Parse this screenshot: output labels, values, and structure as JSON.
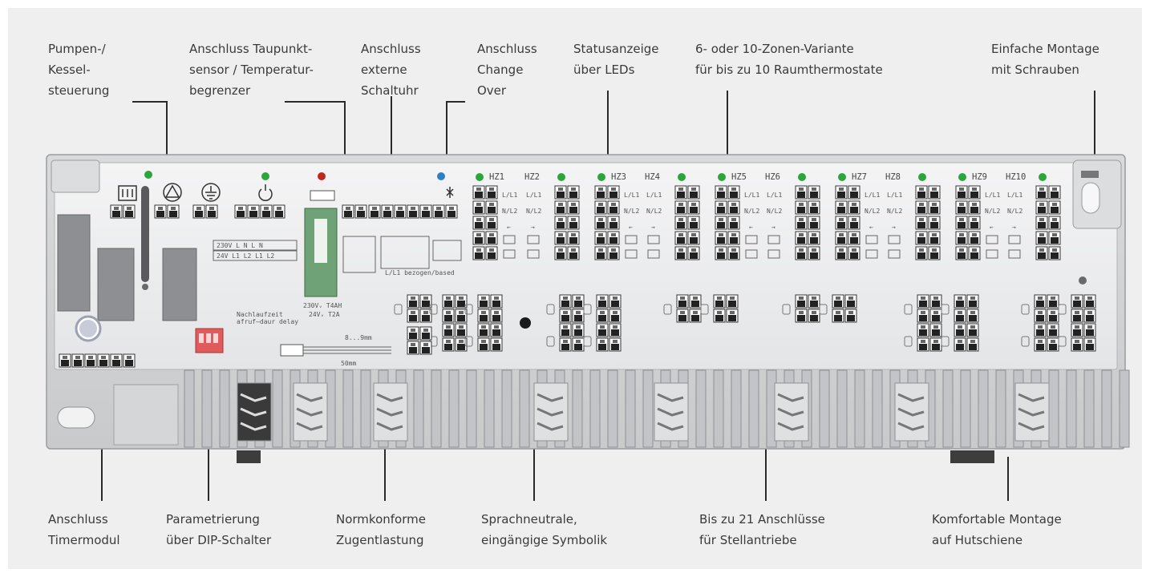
{
  "callouts_top": [
    {
      "id": "pumpen",
      "text": "Pumpen-/\nKessel-\nsteuerung"
    },
    {
      "id": "taupunkt",
      "text": "Anschluss Taupunkt-\nsensor / Temperatur-\nbegrenzer"
    },
    {
      "id": "schaltuhr",
      "text": "Anschluss\nexterne\nSchaltuhr"
    },
    {
      "id": "changeover",
      "text": "Anschluss\nChange\nOver"
    },
    {
      "id": "status",
      "text": "Statusanzeige\nüber LEDs"
    },
    {
      "id": "zonen",
      "text": "6- oder 10-Zonen-Variante\nfür bis zu 10 Raumthermostate"
    },
    {
      "id": "montage",
      "text": "Einfache Montage\nmit Schrauben"
    }
  ],
  "callouts_bottom": [
    {
      "id": "timer",
      "text": "Anschluss\nTimermodul"
    },
    {
      "id": "dip",
      "text": "Parametrierung\nüber DIP-Schalter"
    },
    {
      "id": "zugentlastung",
      "text": "Normkonforme\nZugentlastung"
    },
    {
      "id": "symbolik",
      "text": "Sprachneutrale,\neingängige Symbolik"
    },
    {
      "id": "anschluesse",
      "text": "Bis zu 21 Anschlüsse\nfür Stellantriebe"
    },
    {
      "id": "hutschiene",
      "text": "Komfortable Montage\nauf Hutschiene"
    }
  ],
  "zone_labels": [
    "HZ1",
    "HZ2",
    "HZ3",
    "HZ4",
    "HZ5",
    "HZ6",
    "HZ7",
    "HZ8",
    "HZ9",
    "HZ10"
  ],
  "terminal_labels": {
    "l": "L/L1",
    "n": "N/L2",
    "left_arrow": "←",
    "right_arrow": "→"
  },
  "board_text": {
    "rating_230": "230Vᵥ T4AH",
    "rating_24": "24Vᵥ T2A",
    "mains_top": "230V  L  N  L  N",
    "mains_bottom": "24V L1 L2 L1 L2",
    "relay_mode": "L/L1 bezogen/based",
    "dip_title": "Nachlaufzeit",
    "dip_sub": "afruf–daur delay",
    "strip_length": "8...9mm",
    "strip_total": "50mm"
  },
  "colors": {
    "background": "#efeff0",
    "led_green": "#2aa63c",
    "led_red": "#c0271e",
    "led_blue": "#2f7fc4",
    "relay_green": "#6fa377",
    "dip_red": "#e05b5b",
    "text": "#3a3a3a"
  }
}
